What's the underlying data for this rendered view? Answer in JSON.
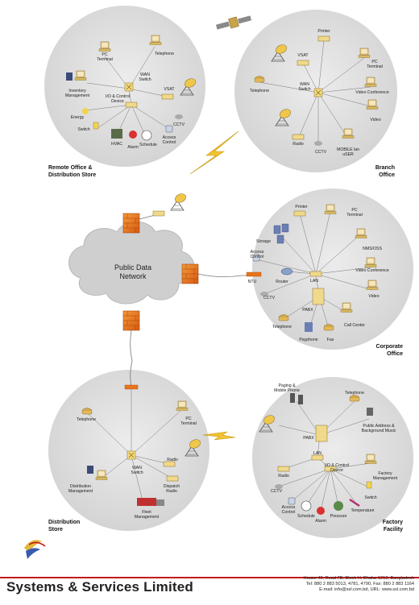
{
  "colors": {
    "circle": "#dedede",
    "accent": "#e8751a",
    "lightning": "#f2c230",
    "rule": "#c41a1a",
    "device": "#e8c86a"
  },
  "labels": {
    "remote": [
      "Remote Office &",
      "Distribution Store"
    ],
    "branch": [
      "Branch",
      "Office"
    ],
    "corporate": [
      "Corporate",
      "Office"
    ],
    "distribution": [
      "Distribution",
      "Store"
    ],
    "factory": [
      "Factory",
      "Facility"
    ],
    "cloud": [
      "Public Data",
      "Network"
    ],
    "r1": {
      "pc": [
        "PC",
        "Terminal"
      ],
      "tel": "Telephone",
      "inv": [
        "Inventory",
        "Management"
      ],
      "wan": [
        "WAN",
        "Switch"
      ],
      "io": [
        "I/O & Control",
        "Device"
      ],
      "vsat": "VSAT",
      "energy": "Energy",
      "switch": "Switch",
      "hvac": "HVAC",
      "alarm": "Alarm",
      "sched": "Schedule",
      "access": [
        "Access",
        "Control"
      ],
      "cctv": "CCTV"
    },
    "b": {
      "printer": "Printer",
      "vsat": "VSAT",
      "pc": [
        "PC",
        "Terminal"
      ],
      "tel": "Telephone",
      "wan": [
        "WAN",
        "Switch"
      ],
      "vc": "Video Conference",
      "video": "Video",
      "radio": "Radio",
      "cctv": "CCTV",
      "mob": [
        "MOBILE lan",
        "uSER"
      ]
    },
    "c": {
      "printer": "Printer",
      "pc": [
        "PC",
        "Terminal"
      ],
      "storage": "Storage",
      "access": [
        "Access",
        "Control"
      ],
      "nms": "NMS/OSS",
      "vc": "Video Conference",
      "ntu": "NTU",
      "router": "Router",
      "lan": "LAN",
      "cctv": "CCTV",
      "video": "Video",
      "pabx": "PABX",
      "tel": "Telephone",
      "cc": "Call Center",
      "pay": "Payphone",
      "fax": "Fax"
    },
    "d": {
      "tel": "Telephone",
      "pc": [
        "PC",
        "Terminal"
      ],
      "wan": [
        "WAN",
        "Switch"
      ],
      "radio": "Radio",
      "dm": [
        "Distribution",
        "Management"
      ],
      "dr": [
        "Dispatch",
        "Radio"
      ],
      "fm": [
        "Fleet",
        "Management"
      ]
    },
    "f": {
      "paging": [
        "Paging &",
        "Mobile Phone"
      ],
      "tel": "Telephone",
      "pa": [
        "Public Address &",
        "Background Music"
      ],
      "pabx": "PABX",
      "lan": "LAN",
      "radio": "Radio",
      "io": [
        "I/O & Control",
        "Device"
      ],
      "fm": [
        "Factory",
        "Management"
      ],
      "cctv": "CCTV",
      "switch": "Switch",
      "access": [
        "Access",
        "Control"
      ],
      "temp": "Temperature",
      "sched": "Schedule",
      "alarm": "Alarm",
      "press": "Pressure"
    }
  },
  "footer": {
    "company": "Systems & Services Limited",
    "address": [
      "House 40, Road 7B, Block H, Dhaka-1213, Bangladesh",
      "Tel: 880 2 883 5013, 4781, 4790, Fax: 880 2 883 1164",
      "E-mail: info@ssl.com.bd, URL: www.ssl.com.bd"
    ]
  }
}
